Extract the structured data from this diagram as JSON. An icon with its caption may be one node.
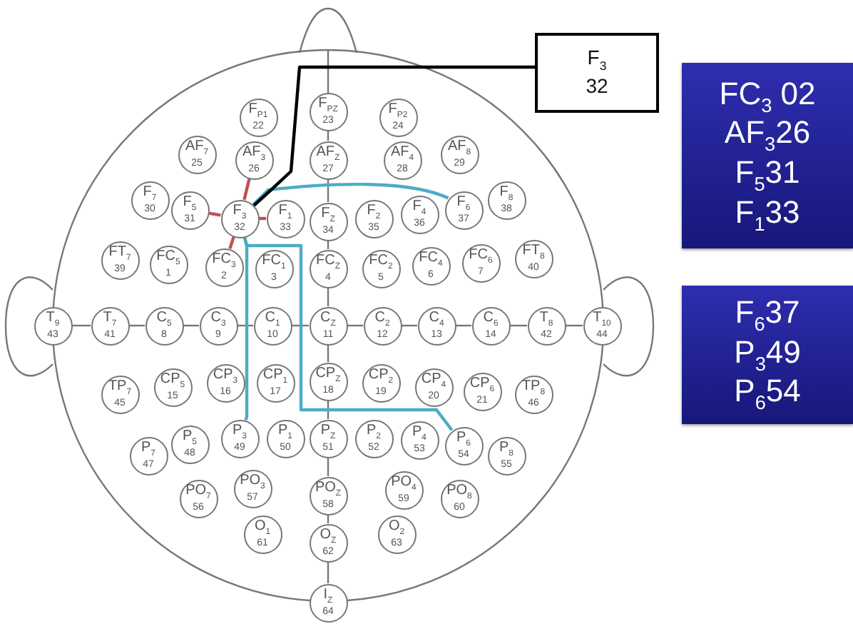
{
  "diagram": {
    "nodes": [
      {
        "text": [
          "F$_{P1}$",
          "22"
        ]
      },
      {
        "text": [
          "F$_{PZ}$",
          "23"
        ]
      },
      {
        "text": [
          "F$_{P2}$",
          "24"
        ]
      },
      {
        "text": [
          "AF$_{7}$",
          "25"
        ]
      },
      {
        "text": [
          "AF$_{3}$",
          "26"
        ]
      },
      {
        "text": [
          "AF$_{Z}$",
          "27"
        ]
      },
      {
        "text": [
          "AF$_{4}$",
          "28"
        ]
      },
      {
        "text": [
          "AF$_{8}$",
          "29"
        ]
      },
      {
        "text": [
          "F$_{7}$",
          "30"
        ]
      },
      {
        "text": [
          "F$_{5}$",
          "31"
        ]
      },
      {
        "text": [
          "F$_{3}$",
          "32"
        ]
      },
      {
        "text": [
          "F$_{1}$",
          "33"
        ]
      },
      {
        "text": [
          "F$_{Z}$",
          "34"
        ]
      },
      {
        "text": [
          "F$_{2}$",
          "35"
        ]
      },
      {
        "text": [
          "F$_{4}$",
          "36"
        ]
      },
      {
        "text": [
          "F$_{6}$",
          "37"
        ]
      },
      {
        "text": [
          "F$_{8}$",
          "38"
        ]
      },
      {
        "text": [
          "FT$_{7}$",
          "39"
        ]
      },
      {
        "text": [
          "FC$_{5}$",
          "1"
        ]
      },
      {
        "text": [
          "FC$_{3}$",
          "2"
        ]
      },
      {
        "text": [
          "FC$_{1}$",
          "3"
        ]
      },
      {
        "text": [
          "FC$_{Z}$",
          "4"
        ]
      },
      {
        "text": [
          "FC$_{2}$",
          "5"
        ]
      },
      {
        "text": [
          "FC$_{4}$",
          "6"
        ]
      },
      {
        "text": [
          "FC$_{6}$",
          "7"
        ]
      },
      {
        "text": [
          "FT$_{8}$",
          "40"
        ]
      },
      {
        "text": [
          "T$_{9}$",
          "43"
        ]
      },
      {
        "text": [
          "T$_{7}$",
          "41"
        ]
      },
      {
        "text": [
          "C$_{5}$",
          "8"
        ]
      },
      {
        "text": [
          "C$_{3}$",
          "9"
        ]
      },
      {
        "text": [
          "C$_{1}$",
          "10"
        ]
      },
      {
        "text": [
          "C$_{Z}$",
          "11"
        ]
      },
      {
        "text": [
          "C$_{2}$",
          "12"
        ]
      },
      {
        "text": [
          "C$_{4}$",
          "13"
        ]
      },
      {
        "text": [
          "C$_{6}$",
          "14"
        ]
      },
      {
        "text": [
          "T$_{8}$",
          "42"
        ]
      },
      {
        "text": [
          "T$_{10}$",
          "44"
        ]
      },
      {
        "text": [
          "TP$_{7}$",
          "45"
        ]
      },
      {
        "text": [
          "CP$_{5}$",
          "15"
        ]
      },
      {
        "text": [
          "CP$_{3}$",
          "16"
        ]
      },
      {
        "text": [
          "CP$_{1}$",
          "17"
        ]
      },
      {
        "text": [
          "CP$_{Z}$",
          "18"
        ]
      },
      {
        "text": [
          "CP$_{2}$",
          "19"
        ]
      },
      {
        "text": [
          "CP$_{4}$",
          "20"
        ]
      },
      {
        "text": [
          "CP$_{6}$",
          "21"
        ]
      },
      {
        "text": [
          "TP$_{8}$",
          "46"
        ]
      },
      {
        "text": [
          "P$_{7}$",
          "47"
        ]
      },
      {
        "text": [
          "P$_{5}$",
          "48"
        ]
      },
      {
        "text": [
          "P$_{3}$",
          "49"
        ]
      },
      {
        "text": [
          "P$_{1}$",
          "50"
        ]
      },
      {
        "text": [
          "P$_{Z}$",
          "51"
        ]
      },
      {
        "text": [
          "P$_{2}$",
          "52"
        ]
      },
      {
        "text": [
          "P$_{4}$",
          "53"
        ]
      },
      {
        "text": [
          "P$_{6}$",
          "54"
        ]
      },
      {
        "text": [
          "P$_{8}$",
          "55"
        ]
      },
      {
        "text": [
          "PO$_{7}$",
          "56"
        ]
      },
      {
        "text": [
          "PO$_{3}$",
          "57"
        ]
      },
      {
        "text": [
          "PO$_{Z}$",
          "58"
        ]
      },
      {
        "text": [
          "PO$_{4}$",
          "59"
        ]
      },
      {
        "text": [
          "PO$_{8}$",
          "60"
        ]
      },
      {
        "text": [
          "O$_{1}$",
          "61"
        ]
      },
      {
        "text": [
          "O$_{Z}$",
          "62"
        ]
      },
      {
        "text": [
          "O$_{2}$",
          "63"
        ]
      },
      {
        "text": [
          "I$_{Z}$",
          "64"
        ]
      },
      {
        "text": [
          "F$_{3}$",
          "32"
        ]
      },
      {
        "text": [
          "FC$_{3}$ 02",
          "AF$_{3}$26",
          "F$_{5}$31",
          "F$_{1}$33"
        ]
      },
      {
        "text": [
          "F$_{6}$37",
          "P$_{3}$49",
          "P$_{6}$54"
        ]
      }
    ],
    "edges": [
      {
        "from": 1,
        "to": 5,
        "arrow": "none"
      },
      {
        "from": 5,
        "to": 12,
        "arrow": "none"
      },
      {
        "from": 12,
        "to": 21,
        "arrow": "none"
      },
      {
        "from": 21,
        "to": 31,
        "arrow": "none"
      },
      {
        "from": 31,
        "to": 41,
        "arrow": "none"
      },
      {
        "from": 41,
        "to": 50,
        "arrow": "none"
      },
      {
        "from": 50,
        "to": 57,
        "arrow": "none"
      },
      {
        "from": 57,
        "to": 61,
        "arrow": "none"
      },
      {
        "from": 61,
        "to": 63,
        "arrow": "none"
      },
      {
        "from": 26,
        "to": 27,
        "arrow": "none"
      },
      {
        "from": 27,
        "to": 28,
        "arrow": "none"
      },
      {
        "from": 28,
        "to": 29,
        "arrow": "none"
      },
      {
        "from": 29,
        "to": 30,
        "arrow": "none"
      },
      {
        "from": 30,
        "to": 31,
        "arrow": "none"
      },
      {
        "from": 31,
        "to": 32,
        "arrow": "none"
      },
      {
        "from": 32,
        "to": 33,
        "arrow": "none"
      },
      {
        "from": 33,
        "to": 34,
        "arrow": "none"
      },
      {
        "from": 34,
        "to": 35,
        "arrow": "none"
      },
      {
        "from": 35,
        "to": 36,
        "arrow": "none"
      },
      {
        "from": 10,
        "to": 9,
        "arrow": "none",
        "color": "#c0504d"
      },
      {
        "from": 10,
        "to": 11,
        "arrow": "none",
        "color": "#c0504d"
      },
      {
        "from": 10,
        "to": 4,
        "arrow": "none",
        "color": "#c0504d"
      },
      {
        "from": 10,
        "to": 19,
        "arrow": "none",
        "color": "#c0504d"
      },
      {
        "from": 10,
        "to": 15,
        "arrow": "none",
        "color": "#4bacc6"
      },
      {
        "from": 10,
        "to": 48,
        "arrow": "none",
        "color": "#4bacc6"
      },
      {
        "from": 10,
        "to": 53,
        "arrow": "none",
        "color": "#4bacc6"
      },
      {
        "from": 10,
        "to": 64,
        "arrow": "none",
        "color": "#000000"
      }
    ]
  }
}
